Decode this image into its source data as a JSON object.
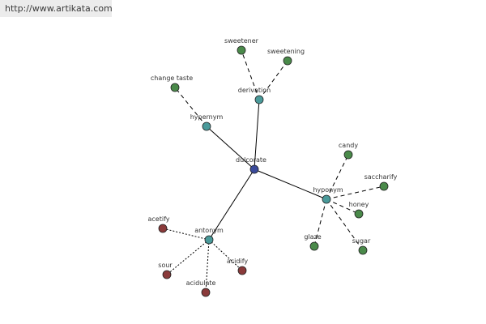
{
  "watermark": {
    "url": "http://www.artikata.com"
  },
  "graph": {
    "colors": {
      "center": "#3a4a9a",
      "relation": "#4a9a9a",
      "synonym": "#4a8a4a",
      "antonym_term": "#8a3a3a",
      "edge": "#000000"
    },
    "nodes": [
      {
        "id": "dulcorate",
        "label": "dulcorate",
        "kind": "center"
      },
      {
        "id": "hypernym",
        "label": "hypernym",
        "kind": "relation"
      },
      {
        "id": "derivation",
        "label": "derivation",
        "kind": "relation"
      },
      {
        "id": "hyponym",
        "label": "hyponym",
        "kind": "relation"
      },
      {
        "id": "antonym",
        "label": "antonym",
        "kind": "relation"
      },
      {
        "id": "change_taste",
        "label": "change taste",
        "kind": "synonym"
      },
      {
        "id": "sweetener",
        "label": "sweetener",
        "kind": "synonym"
      },
      {
        "id": "sweetening",
        "label": "sweetening",
        "kind": "synonym"
      },
      {
        "id": "candy",
        "label": "candy",
        "kind": "synonym"
      },
      {
        "id": "saccharify",
        "label": "saccharify",
        "kind": "synonym"
      },
      {
        "id": "honey",
        "label": "honey",
        "kind": "synonym"
      },
      {
        "id": "sugar",
        "label": "sugar",
        "kind": "synonym"
      },
      {
        "id": "glaze",
        "label": "glaze",
        "kind": "synonym"
      },
      {
        "id": "acetify",
        "label": "acetify",
        "kind": "antonym_term"
      },
      {
        "id": "sour",
        "label": "sour",
        "kind": "antonym_term"
      },
      {
        "id": "acidulate",
        "label": "acidulate",
        "kind": "antonym_term"
      },
      {
        "id": "acidify",
        "label": "acidify",
        "kind": "antonym_term"
      }
    ],
    "edges": [
      {
        "from": "dulcorate",
        "to": "hypernym",
        "style": "solid"
      },
      {
        "from": "dulcorate",
        "to": "derivation",
        "style": "solid"
      },
      {
        "from": "dulcorate",
        "to": "hyponym",
        "style": "solid"
      },
      {
        "from": "dulcorate",
        "to": "antonym",
        "style": "solid"
      },
      {
        "from": "hypernym",
        "to": "change_taste",
        "style": "dashed"
      },
      {
        "from": "derivation",
        "to": "sweetener",
        "style": "dashed"
      },
      {
        "from": "derivation",
        "to": "sweetening",
        "style": "dashed"
      },
      {
        "from": "hyponym",
        "to": "candy",
        "style": "dashed"
      },
      {
        "from": "hyponym",
        "to": "saccharify",
        "style": "dashed"
      },
      {
        "from": "hyponym",
        "to": "honey",
        "style": "dashed"
      },
      {
        "from": "hyponym",
        "to": "sugar",
        "style": "dashed"
      },
      {
        "from": "hyponym",
        "to": "glaze",
        "style": "dashed"
      },
      {
        "from": "antonym",
        "to": "acetify",
        "style": "dotted"
      },
      {
        "from": "antonym",
        "to": "sour",
        "style": "dotted"
      },
      {
        "from": "antonym",
        "to": "acidulate",
        "style": "dotted"
      },
      {
        "from": "antonym",
        "to": "acidify",
        "style": "dotted"
      }
    ]
  }
}
